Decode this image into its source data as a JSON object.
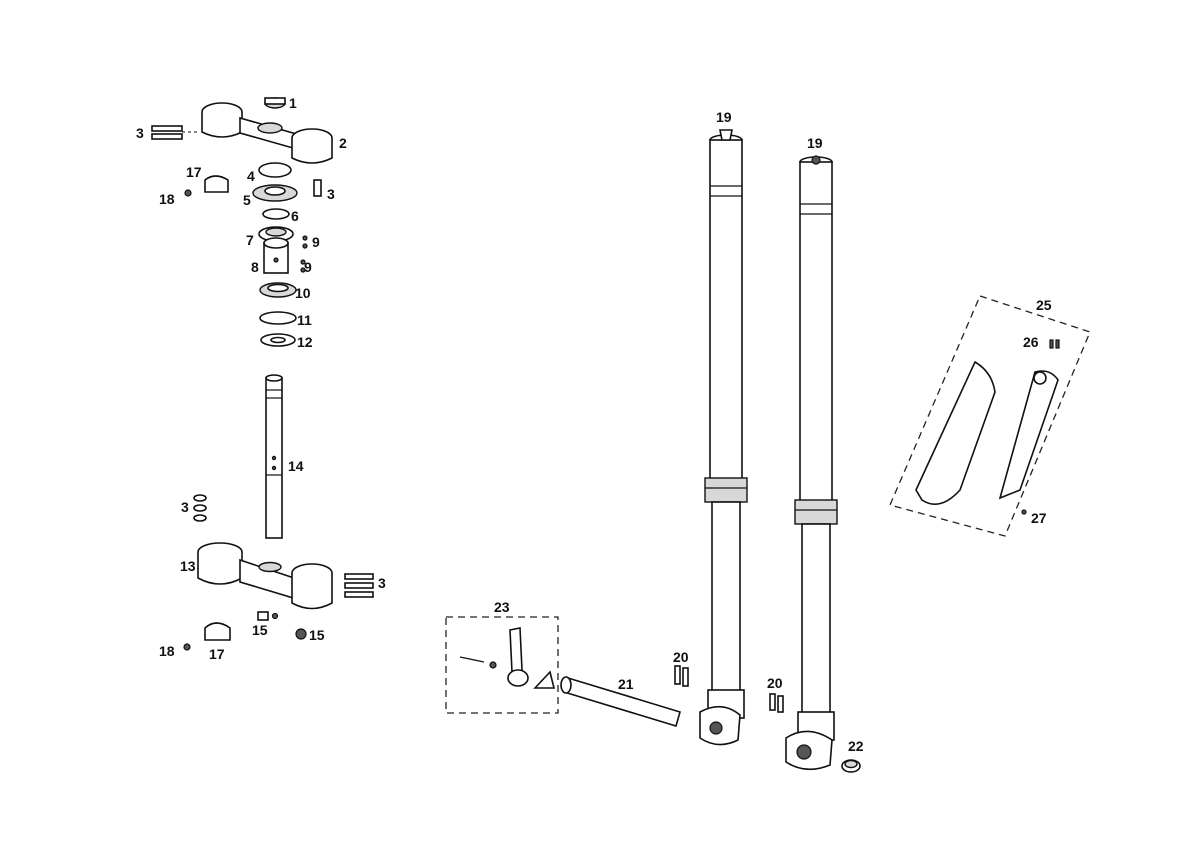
{
  "diagram": {
    "callouts": {
      "c1": "1",
      "c2": "2",
      "c3a": "3",
      "c3b": "3",
      "c3c": "3",
      "c3d": "3",
      "c4": "4",
      "c5": "5",
      "c6": "6",
      "c7": "7",
      "c8": "8",
      "c9a": "9",
      "c9b": "9",
      "c10": "10",
      "c11": "11",
      "c12": "12",
      "c13": "13",
      "c14": "14",
      "c15a": "15",
      "c15b": "15",
      "c17a": "17",
      "c17b": "17",
      "c18a": "18",
      "c18b": "18",
      "c19a": "19",
      "c19b": "19",
      "c20a": "20",
      "c20b": "20",
      "c21": "21",
      "c22": "22",
      "c23": "23",
      "c25": "25",
      "c26": "26",
      "c27": "27"
    }
  }
}
